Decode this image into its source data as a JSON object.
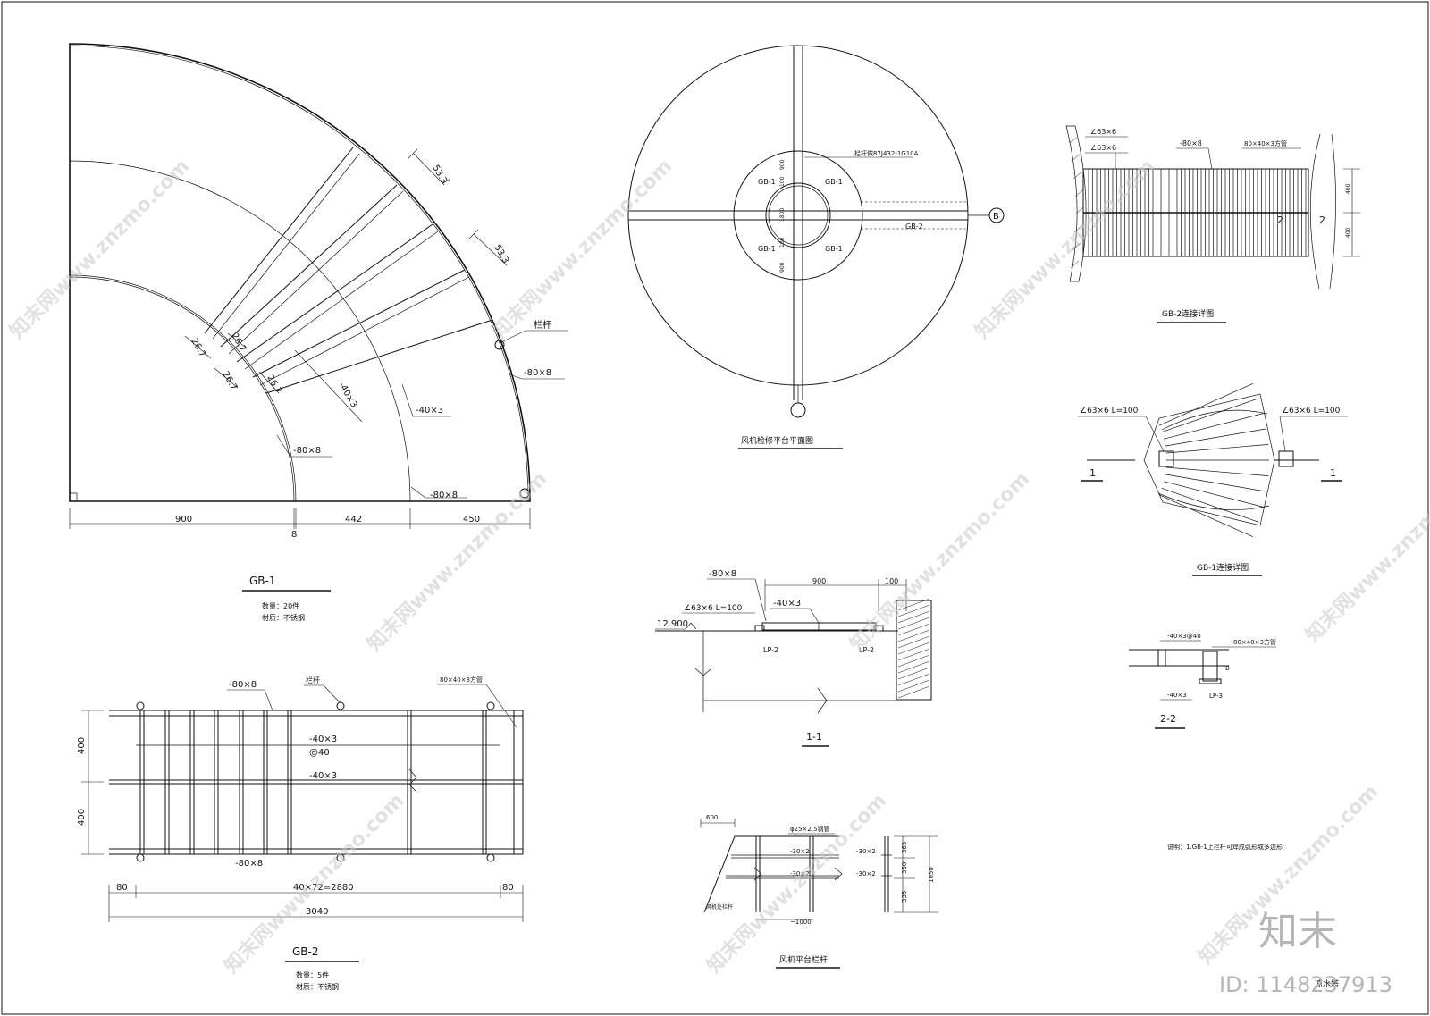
{
  "views": {
    "gb1": {
      "title": "GB-1",
      "note_qty": "数量：20件",
      "note_mat": "材质：不锈钢",
      "dims": [
        "900",
        "8",
        "442",
        "450"
      ],
      "labels": {
        "flat_outer": "-80×8",
        "flat_bottom": "-80×8",
        "flat_inner": "-80×8",
        "bar_a": "-40×3",
        "bar_b": "-40×3",
        "rail": "栏杆",
        "d533a": "53.3",
        "d533b": "53.3",
        "d267a": "26.7",
        "d267b": "26.7",
        "d267c": "26.7",
        "d267d": "26.7"
      }
    },
    "plan": {
      "title": "风机检修平台平面图",
      "rail_note": "栏杆做87J432-1G10A",
      "gb1_labels": [
        "GB-1",
        "GB-1",
        "GB-1",
        "GB-1"
      ],
      "gb2_label": "GB-2",
      "dims": [
        "900",
        "100",
        "1800",
        "100",
        "900"
      ],
      "axis": "B"
    },
    "gb2_detail": {
      "title": "GB-2连接详图",
      "labels": [
        "∠63×6",
        "∠63×6",
        "-80×8",
        "80×40×3方管"
      ],
      "dims": [
        "400",
        "400"
      ],
      "section_marks": [
        "2",
        "2"
      ]
    },
    "gb1_detail": {
      "title": "GB-1连接详图",
      "labels": [
        "∠63×6 L=100",
        "∠63×6 L=100"
      ],
      "section_marks": [
        "1",
        "1"
      ]
    },
    "sec11": {
      "title": "1-1",
      "labels": [
        "-80×8",
        "∠63×6 L=100",
        "-40×3",
        "LP-2",
        "LP-2"
      ],
      "elev": "12.900",
      "dims": [
        "900",
        "100"
      ]
    },
    "sec22": {
      "title": "2-2",
      "labels": [
        "-40×3@40",
        "80×40×3方管",
        "-40×3",
        "LP-3",
        "B"
      ]
    },
    "gb2": {
      "title": "GB-2",
      "note_qty": "数量：5件",
      "note_mat": "材质：不锈钢",
      "labels": [
        "-80×8",
        "栏杆",
        "80×40×3方管",
        "-40×3",
        "@40",
        "-40×3",
        "-80×8"
      ],
      "dims_v": [
        "400",
        "400"
      ],
      "dims_h": [
        "80",
        "40×72=2880",
        "80"
      ],
      "dim_total": "3040"
    },
    "railing": {
      "title": "风机平台栏杆",
      "labels": [
        "600",
        "φ25×2.5钢管",
        "-30×2",
        "-30×2",
        "-30×2",
        "-30×2",
        "风机处栏杆",
        "~1000"
      ],
      "dims": [
        "365",
        "350",
        "335",
        "1050"
      ]
    }
  },
  "note": "说明：1.GB-1上栏杆可焊成弧形或多边形",
  "stamp_text": "凉水塔",
  "watermark": {
    "text": "知末网www.znzmo.com",
    "logo": "知末",
    "id": "ID: 1148237913"
  }
}
